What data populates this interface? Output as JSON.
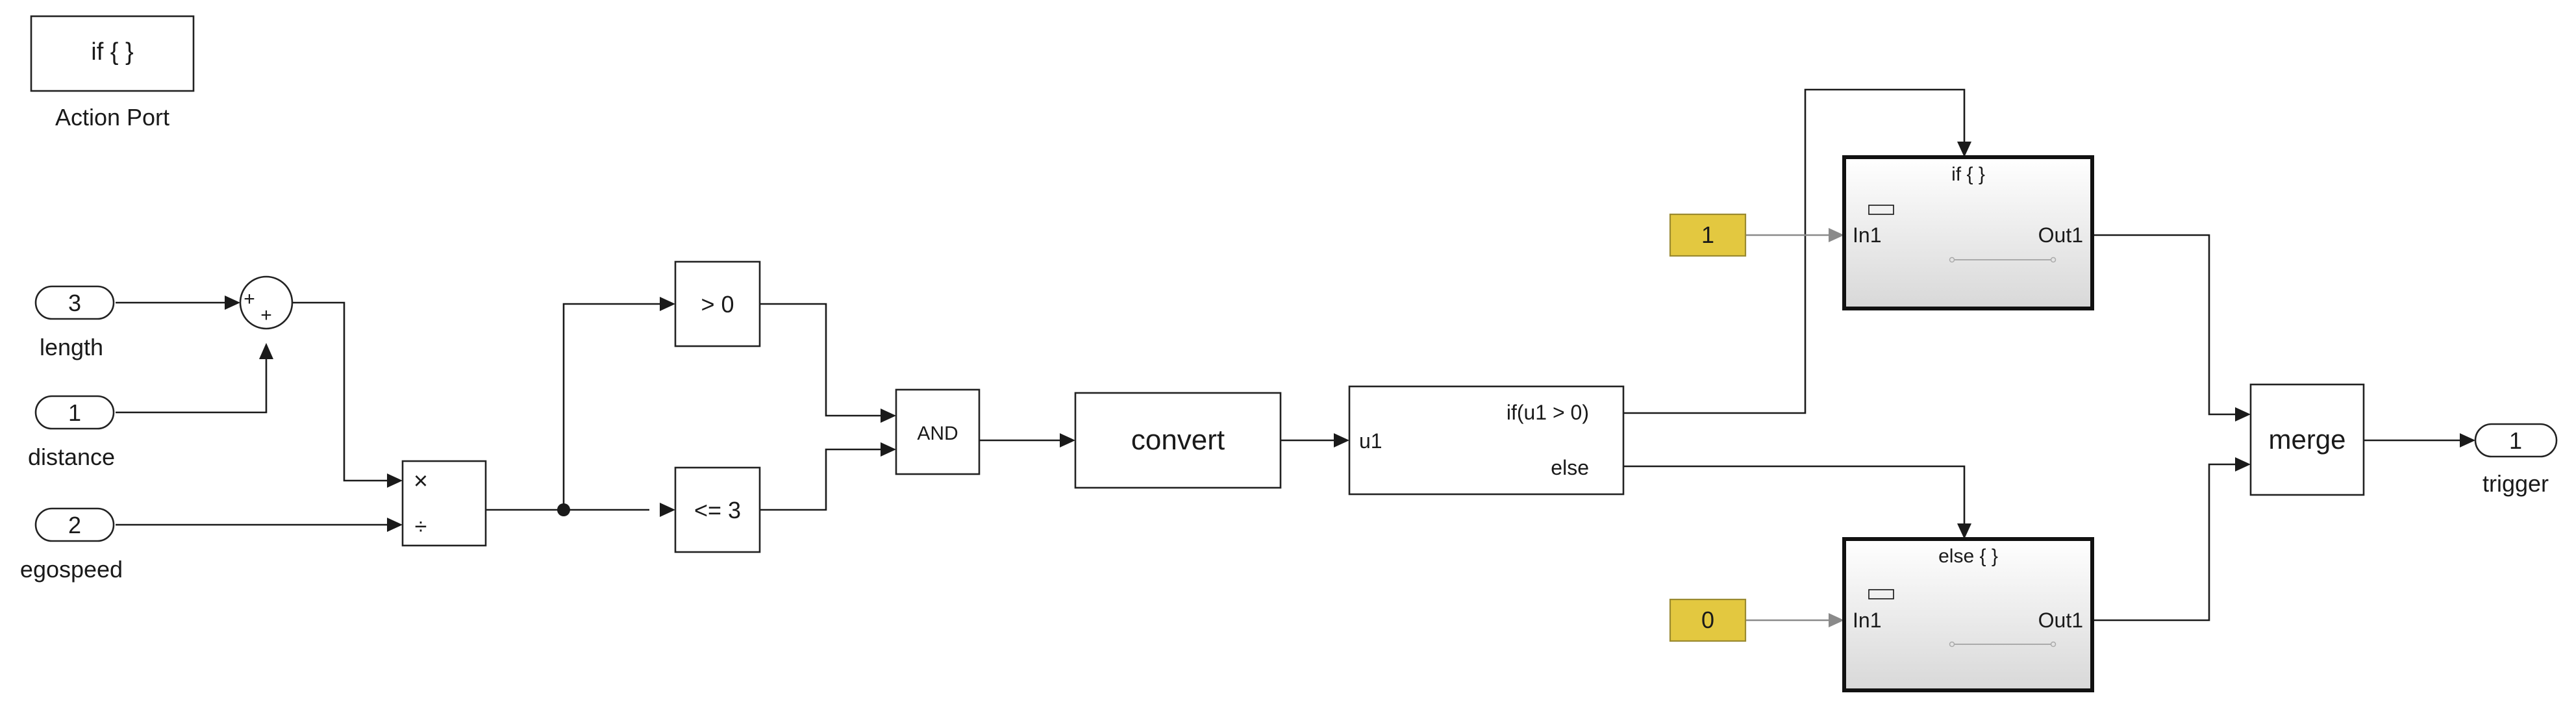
{
  "legend": {
    "block_text": "if { }",
    "caption": "Action Port"
  },
  "inports": [
    {
      "number": "3",
      "name": "length"
    },
    {
      "number": "1",
      "name": "distance"
    },
    {
      "number": "2",
      "name": "egospeed"
    }
  ],
  "sum_block": {
    "signs": [
      "+",
      "+"
    ]
  },
  "product_block": {
    "ops": [
      "×",
      "÷"
    ]
  },
  "compare_blocks": [
    {
      "label": "> 0"
    },
    {
      "label": "<= 3"
    }
  ],
  "logic_block": {
    "label": "AND"
  },
  "convert_block": {
    "label": "convert"
  },
  "if_block": {
    "input_label": "u1",
    "condition_label": "if(u1 > 0)",
    "else_label": "else"
  },
  "if_action_subsystem": {
    "title": "if { }",
    "in_label": "In1",
    "out_label": "Out1"
  },
  "else_action_subsystem": {
    "title": "else { }",
    "in_label": "In1",
    "out_label": "Out1"
  },
  "constants": [
    {
      "value": "1"
    },
    {
      "value": "0"
    }
  ],
  "merge_block": {
    "label": "merge"
  },
  "outport": {
    "number": "1",
    "name": "trigger"
  },
  "colors": {
    "constant_fill": "#e3c840",
    "subsystem_gradient_top": "#ffffff",
    "subsystem_gradient_bottom": "#d8d8d8",
    "line": "#1a1a1a",
    "constant_line": "#8a8a8a"
  }
}
